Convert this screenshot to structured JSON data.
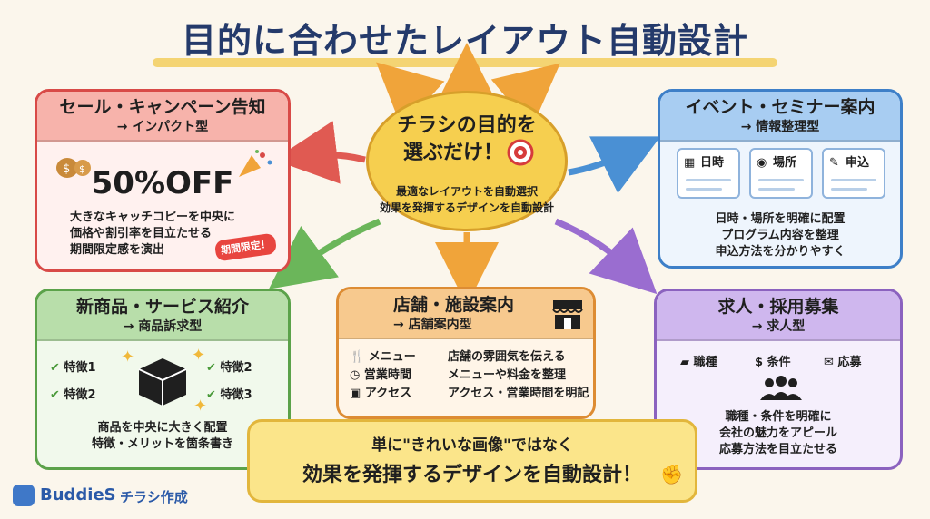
{
  "title": "目的に合わせたレイアウト自動設計",
  "center": {
    "line1": "チラシの目的を",
    "line2": "選ぶだけ！",
    "sub1": "最適なレイアウトを自動選択",
    "sub2": "効果を発揮するデザインを自動設計"
  },
  "sale": {
    "title": "セール・キャンペーン告知",
    "subtitle": "→ インパクト型",
    "big": "50%OFF",
    "lines": [
      "大きなキャッチコピーを中央に",
      "価格や割引率を目立たせる",
      "期間限定感を演出"
    ],
    "badge": "期間限定！"
  },
  "event": {
    "title": "イベント・セミナー案内",
    "subtitle": "→ 情報整理型",
    "tags": [
      "日時",
      "場所",
      "申込"
    ],
    "lines": [
      "日時・場所を明確に配置",
      "プログラム内容を整理",
      "申込方法を分かりやすく"
    ]
  },
  "product": {
    "title": "新商品・サービス紹介",
    "subtitle": "→ 商品訴求型",
    "features": [
      "特徴1",
      "特徴2",
      "特徴3",
      "特徴2"
    ],
    "lines": [
      "商品を中央に大きく配置",
      "特徴・メリットを箇条書き"
    ]
  },
  "shop": {
    "title": "店舗・施設案内",
    "subtitle": "→ 店舗案内型",
    "items": [
      "メニュー",
      "営業時間",
      "アクセス"
    ],
    "lines": [
      "店舗の雰囲気を伝える",
      "メニューや料金を整理",
      "アクセス・営業時間を明記"
    ]
  },
  "job": {
    "title": "求人・採用募集",
    "subtitle": "→ 求人型",
    "tags": [
      "職種",
      "条件",
      "応募"
    ],
    "lines": [
      "職種・条件を明確に",
      "会社の魅力をアピール",
      "応募方法を目立たせる"
    ]
  },
  "banner": {
    "line1": "単に\"きれいな画像\"ではなく",
    "line2": "効果を発揮するデザインを自動設計！"
  },
  "brand": {
    "name": "BuddieS",
    "product": "チラシ作成"
  },
  "colors": {
    "sale": "#d84a47",
    "event": "#3d7fc8",
    "product": "#5ba24a",
    "shop": "#dd8c33",
    "job": "#8b62bf",
    "center": "#f6cf4f",
    "title": "#243a6b"
  }
}
